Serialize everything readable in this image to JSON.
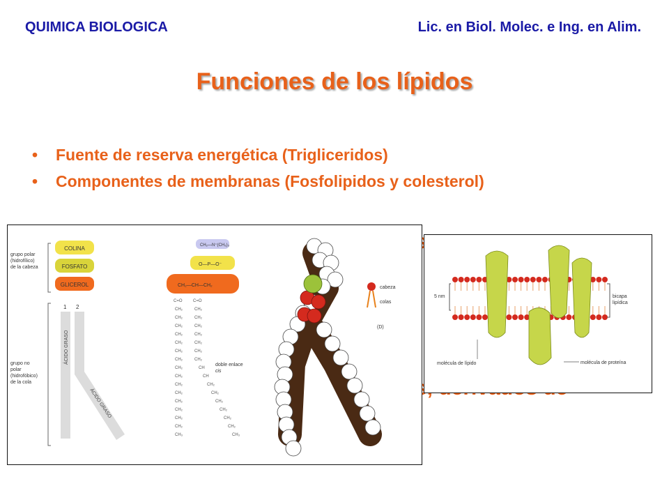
{
  "header": {
    "course": "QUIMICA BIOLOGICA",
    "program": "Lic. en Biol. Molec. e Ing. en Alim."
  },
  "title": "Funciones de los lípidos",
  "bullets": [
    "Fuente de reserva energética (Trigliceridos)",
    "Componentes de membranas (Fosfolipidos y colesterol)"
  ],
  "partially_hidden_text": [
    "s",
    "s, derivados de"
  ],
  "figure_left": {
    "labels": {
      "polar_group": [
        "grupo polar",
        "(hidrofílico)",
        "de la cabeza"
      ],
      "nonpolar_group": [
        "grupo no",
        "polar",
        "(hidrofóbico)",
        "de la cola"
      ],
      "choline": "COLINA",
      "phosphate": "FOSFATO",
      "glycerol": "GLICEROL",
      "fatty_acid": "ÁCIDO GRASO",
      "chain_1": "1",
      "chain_2": "2",
      "double_bond": [
        "doble enlace",
        "cis"
      ],
      "head": "cabeza",
      "tails": "colas",
      "panel_d": "(D)",
      "ch2": "CH₂",
      "ch3": "CH₃",
      "ch": "CH",
      "co": "C=O",
      "n_group": "CH₂—N⁺(CH₃)₃",
      "phosphate_formula": "O—P—O⁻",
      "glycerol_formula": "CH₂—CH—CH₂"
    }
  },
  "figure_right": {
    "labels": {
      "thickness": "5 nm",
      "bilayer": [
        "bicapa",
        "lipídica"
      ],
      "lipid_molecule": "molécula de lípido",
      "protein_molecule": "molécula de proteína"
    }
  },
  "colors": {
    "header_blue": "#1a1aa6",
    "orange": "#e8611a",
    "choline_yellow": "#f2e24a",
    "glycerol_orange": "#f06a1e",
    "lipid_red": "#d42a1e",
    "protein_green": "#c6d64a"
  }
}
